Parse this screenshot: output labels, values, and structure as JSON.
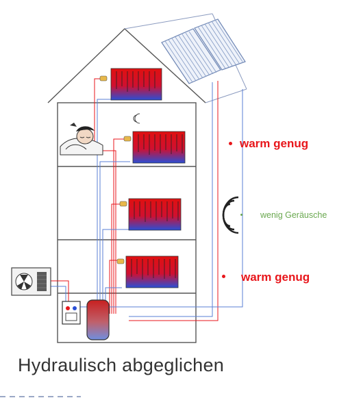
{
  "title": "Hydraulisch abgeglichen",
  "annotations": {
    "warm_upper": "warm genug",
    "warm_lower": "warm genug",
    "noise": "wenig Geräusche"
  },
  "colors": {
    "warm_text": "#e8161b",
    "noise_text": "#6aa84f",
    "house_outline": "#555555",
    "radiator_hot": "#e01010",
    "radiator_cold": "#2a4fd6",
    "pipe_flow": "#e8161b",
    "pipe_return": "#5a7fd6",
    "solar_panel": "#6f87b5"
  },
  "icons": [
    "heat-pump-icon",
    "controller-icon",
    "storage-tank-icon",
    "solar-panel-icon",
    "radiator-icon",
    "thermostat-valve-icon",
    "sound-wave-icon",
    "sleeping-person-icon"
  ]
}
